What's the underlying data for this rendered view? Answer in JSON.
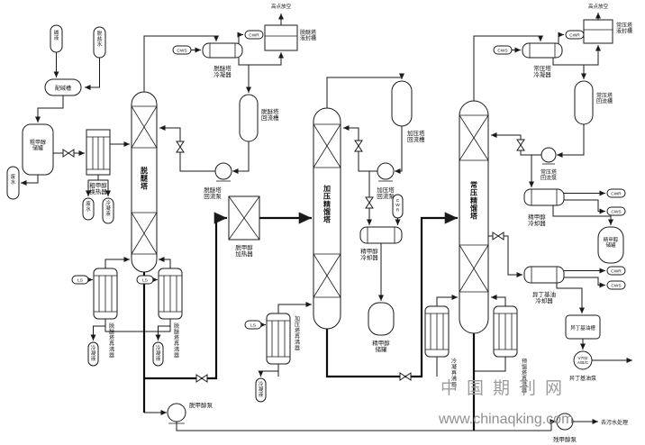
{
  "page": {
    "background": "#ffffff",
    "line_color": "#1a1a1a",
    "watermark_color": "#9c9c9c"
  },
  "watermark": {
    "brand": "中国期刊网",
    "url": "www.chinaqking.com"
  },
  "vents": {
    "left": "高点放空",
    "right": "高点放空"
  },
  "streams": {
    "cws": "CWS",
    "cwr": "CWR",
    "steam": "LS",
    "alkali": "碱液",
    "demin_water": "脱盐水",
    "waste_water": "废水",
    "condensate": "冷凝液",
    "to_wastewater": "去污水处理"
  },
  "equipment": {
    "alkali_tank": "配碱槽",
    "crude_tank": "粗甲醇\n储罐",
    "feed_exchanger": "粗甲醇\n换热器",
    "col1": "脱醚塔",
    "col1_condenser": "脱醚塔\n冷凝器",
    "col1_seal_tank": "脱醚塔\n液封槽",
    "col1_reflux_drum": "脱醚塔\n回流槽",
    "col1_reflux_pump": "脱醚塔\n回流泵",
    "demeth_heater": "脱甲醇\n加热器",
    "col1_reboiler_a": "脱醚塔再沸器",
    "col1_reboiler_b": "脱醚塔再沸器",
    "demeth_pump": "脱甲醇泵",
    "col2": "加压精馏塔",
    "col2_reflux_drum": "加压塔\n回流槽",
    "col2_reflux_pump": "加压塔\n回流泵",
    "col2_product_cooler": "精甲醇\n冷却器",
    "col2_product_tank": "精甲醇\n储罐",
    "col2_reboiler": "加压塔再沸器",
    "cond_reboiler": "冷凝再沸器",
    "precol_reboiler": "预馏塔再沸器",
    "col3": "常压精馏塔",
    "col3_condenser": "常压塔\n冷凝器",
    "col3_seal_tank": "常压塔\n液封槽",
    "col3_reflux_drum": "常压塔\n回流槽",
    "col3_reflux_pump": "常压塔\n回流泵",
    "col3_product_cooler": "精甲醇\n冷却器",
    "col3_product_tank": "精甲醇\n储罐",
    "isobutyl_cooler": "异丁基油\n冷却器",
    "isobutyl_tank": "异丁基油槽",
    "isobutyl_pump_tag": "V702\nA/B/C",
    "isobutyl_pump": "异丁基油泵",
    "residue_pump": "残甲醇泵"
  }
}
